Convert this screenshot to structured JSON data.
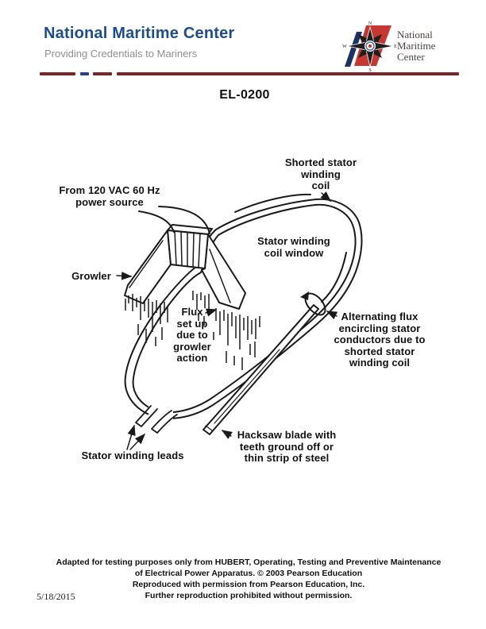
{
  "header": {
    "title": "National Maritime Center",
    "subtitle": "Providing Credentials to Mariners",
    "title_color": "#1d4c8f",
    "subtitle_color": "#8e8e8e",
    "divider_colors": {
      "maroon": "#7b2626",
      "blue": "#2b3f8e"
    },
    "logo": {
      "text": "National\nMaritime\nCenter",
      "compass_n": "N",
      "compass_s": "S",
      "compass_e": "E",
      "compass_w": "W",
      "flag_red": "#c63732",
      "stripe_blue": "#1c3263",
      "star_black": "#1e1e1e"
    }
  },
  "title_block": {
    "code": "EL-0200"
  },
  "diagram": {
    "ink_color": "#1a1a1a",
    "labels": {
      "power_source": "From 120 VAC 60 Hz\npower source",
      "growler": "Growler",
      "shorted_coil": "Shorted stator\nwinding\ncoil",
      "coil_window": "Stator winding\ncoil window",
      "flux": "Flux\nset up\ndue to\ngrowler\naction",
      "alt_flux": "Alternating flux\nencircling stator\nconductors due to\nshorted stator\nwinding coil",
      "hacksaw": "Hacksaw blade with\nteeth ground off or\nthin strip of steel",
      "leads": "Stator winding leads"
    }
  },
  "footer": {
    "lines": [
      "Adapted for testing purposes only from HUBERT, Operating, Testing and Preventive Maintenance",
      "of Electrical Power Apparatus. © 2003 Pearson Education",
      "Reproduced with permission from Pearson Education, Inc.",
      "Further reproduction prohibited without permission."
    ],
    "date": "5/18/2015"
  }
}
